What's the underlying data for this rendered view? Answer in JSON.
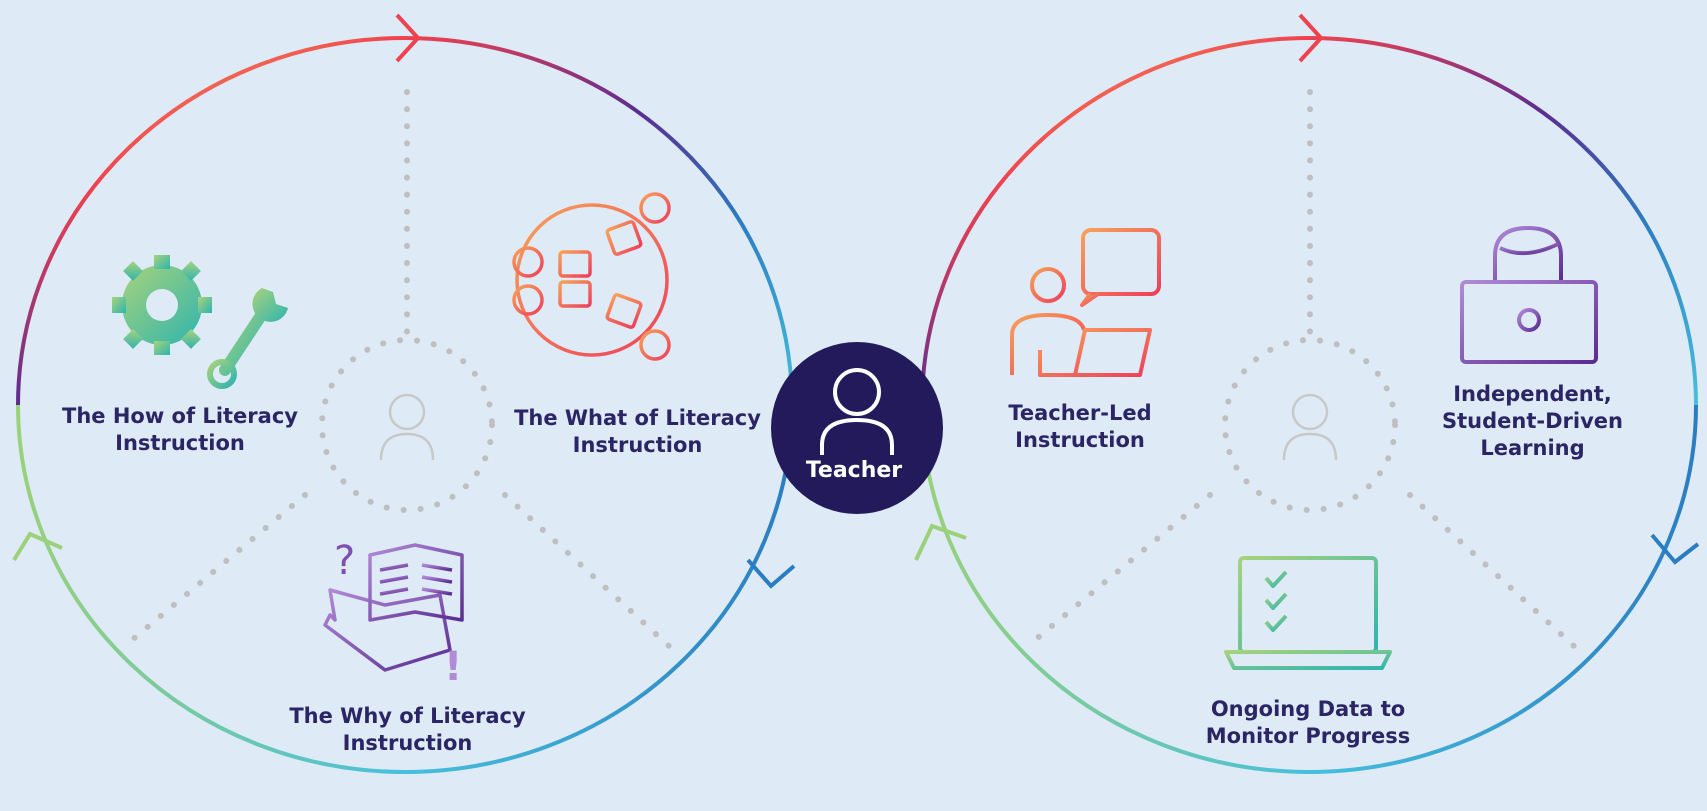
{
  "center": {
    "label": "Teacher"
  },
  "left_cycle": {
    "segments": [
      {
        "label": "The How of Literacy\nInstruction",
        "icon": "gear-wrench-icon"
      },
      {
        "label": "The What of Literacy\nInstruction",
        "icon": "group-collaboration-icon"
      },
      {
        "label": "The Why of Literacy\nInstruction",
        "icon": "open-book-question-icon"
      }
    ]
  },
  "right_cycle": {
    "segments": [
      {
        "label": "Teacher-Led\nInstruction",
        "icon": "teacher-chat-icon"
      },
      {
        "label": "Independent,\nStudent-Driven\nLearning",
        "icon": "student-laptop-icon"
      },
      {
        "label": "Ongoing Data to\nMonitor Progress",
        "icon": "checklist-laptop-icon"
      }
    ]
  },
  "colors": {
    "center_fill": "#231a5c",
    "label_text": "#2b2566",
    "background": "#deebf6",
    "ring_warm": "#f0414f",
    "ring_purple": "#5b2c91",
    "ring_blue": "#2b7dc3",
    "ring_cyan": "#47c0dc",
    "ring_green": "#9ad17a",
    "ring_yellow": "#f7c95a"
  }
}
